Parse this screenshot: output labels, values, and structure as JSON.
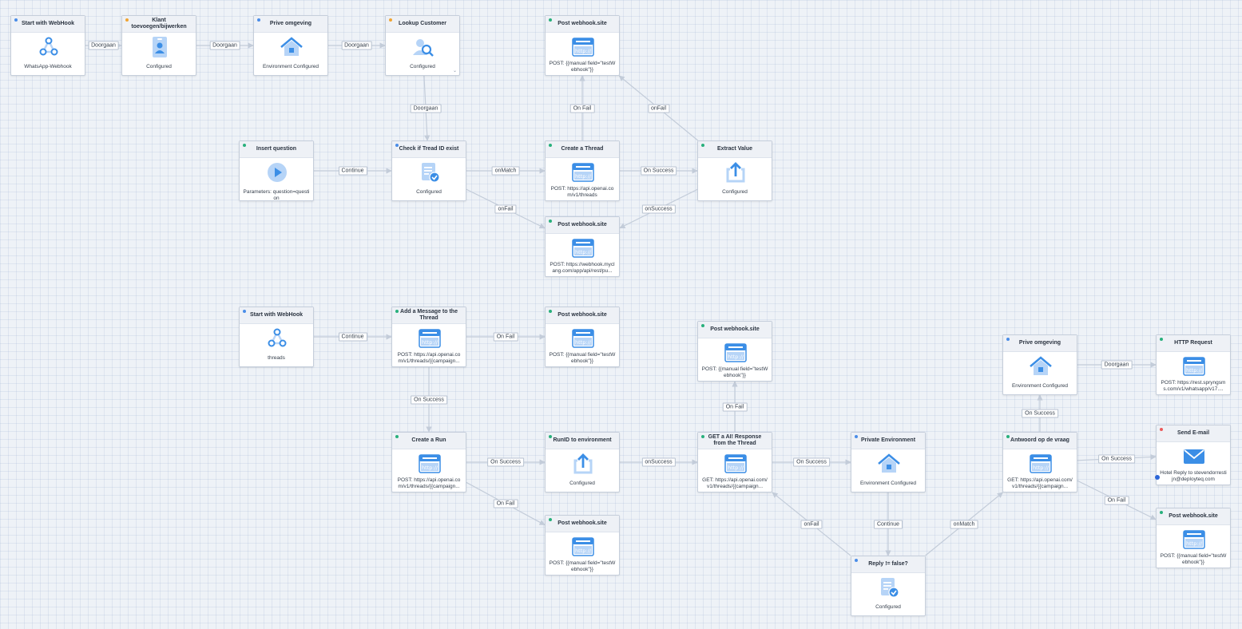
{
  "colors": {
    "dot_blue": "#4a8de8",
    "dot_green": "#28b07c",
    "dot_orange": "#f0a432",
    "dot_red": "#ec5a5a",
    "icon_blue": "#3b8ee6",
    "icon_light": "#b6d4f7",
    "edge": "#c3ccd9"
  },
  "nodes": [
    {
      "id": "n1",
      "title": "Start with WebHook",
      "subtitle": "WhatsApp-Webhook",
      "icon": "webhook-icon",
      "status": "blue"
    },
    {
      "id": "n2",
      "title": "Klant toevoegen/bijwerken",
      "subtitle": "Configured",
      "icon": "contact-card-icon",
      "status": "orange"
    },
    {
      "id": "n3",
      "title": "Prive omgeving",
      "subtitle": "Environment Configured",
      "icon": "home-icon",
      "status": "blue"
    },
    {
      "id": "n4",
      "title": "Lookup Customer",
      "subtitle": "Configured",
      "icon": "user-search-icon",
      "status": "orange"
    },
    {
      "id": "n5",
      "title": "Post webhook.site",
      "subtitle": "POST: {{manual field=\"testWebhook\"}}",
      "icon": "http-icon",
      "status": "green"
    },
    {
      "id": "n6",
      "title": "Insert question",
      "subtitle": "Parameters: question=question",
      "icon": "play-icon",
      "status": "green"
    },
    {
      "id": "n7",
      "title": "Check if Tread ID exist",
      "subtitle": "Configured",
      "icon": "checklist-icon",
      "status": "blue"
    },
    {
      "id": "n8",
      "title": "Create a Thread",
      "subtitle": "POST: https://api.openai.com/v1/threads",
      "icon": "http-icon",
      "status": "green"
    },
    {
      "id": "n9",
      "title": "Extract Value",
      "subtitle": "Configured",
      "icon": "extract-icon",
      "status": "green"
    },
    {
      "id": "n10",
      "title": "Post webhook.site",
      "subtitle": "POST: https://webhook.myclang.com/app/api/rest/pu...",
      "icon": "http-icon",
      "status": "green"
    },
    {
      "id": "n11",
      "title": "Start with WebHook",
      "subtitle": "threads",
      "icon": "webhook-icon",
      "status": "blue"
    },
    {
      "id": "n12",
      "title": "Add a Message to the Thread",
      "subtitle": "POST: https://api.openai.com/v1/threads/{{campaign...",
      "icon": "http-icon",
      "status": "green"
    },
    {
      "id": "n13",
      "title": "Post webhook.site",
      "subtitle": "POST: {{manual field=\"testWebhook\"}}",
      "icon": "http-icon",
      "status": "green"
    },
    {
      "id": "n14",
      "title": "Post webhook.site",
      "subtitle": "POST: {{manual field=\"testWebhook\"}}",
      "icon": "http-icon",
      "status": "green"
    },
    {
      "id": "n15",
      "title": "Prive omgeving",
      "subtitle": "Environment Configured",
      "icon": "home-icon",
      "status": "blue"
    },
    {
      "id": "n16",
      "title": "HTTP Request",
      "subtitle": "POST: https://rest.spryngsms.com/v1/whatsapp/v17....",
      "icon": "http-icon",
      "status": "green"
    },
    {
      "id": "n17",
      "title": "Create a Run",
      "subtitle": "POST: https://api.openai.com/v1/threads/{{campaign...",
      "icon": "http-icon",
      "status": "green"
    },
    {
      "id": "n18",
      "title": "RunID to environment",
      "subtitle": "Configured",
      "icon": "extract-icon",
      "status": "green"
    },
    {
      "id": "n19",
      "title": "GET a AI! Response from the Thread",
      "subtitle": "GET: https://api.openai.com/v1/threads/{{campaign...",
      "icon": "http-icon",
      "status": "green"
    },
    {
      "id": "n20",
      "title": "Private Environment",
      "subtitle": "Environment Configured",
      "icon": "home-icon",
      "status": "blue"
    },
    {
      "id": "n21",
      "title": "Antwoord op de vraag",
      "subtitle": "GET: https://api.openai.com/v1/threads/{{campaign...",
      "icon": "http-icon",
      "status": "green"
    },
    {
      "id": "n22",
      "title": "Send E-mail",
      "subtitle": "Hotel Reply to stevendorrestijn@deployteq.com",
      "icon": "email-icon",
      "status": "red"
    },
    {
      "id": "n23",
      "title": "Post webhook.site",
      "subtitle": "POST: {{manual field=\"testWebhook\"}}",
      "icon": "http-icon",
      "status": "green"
    },
    {
      "id": "n24",
      "title": "Post webhook.site",
      "subtitle": "POST: {{manual field=\"testWebhook\"}}",
      "icon": "http-icon",
      "status": "green"
    },
    {
      "id": "n25",
      "title": "Reply != false?",
      "subtitle": "Configured",
      "icon": "checklist-icon",
      "status": "blue"
    }
  ],
  "edges": [
    {
      "from": "n1",
      "to": "n2",
      "label": "Doorgaan"
    },
    {
      "from": "n2",
      "to": "n3",
      "label": "Doorgaan"
    },
    {
      "from": "n3",
      "to": "n4",
      "label": "Doorgaan"
    },
    {
      "from": "n4",
      "to": "n7",
      "label": "Doorgaan"
    },
    {
      "from": "n6",
      "to": "n7",
      "label": "Continue"
    },
    {
      "from": "n7",
      "to": "n8",
      "label": "onMatch"
    },
    {
      "from": "n7",
      "to": "n10",
      "label": "onFail"
    },
    {
      "from": "n8",
      "to": "n5",
      "label": "On Fail"
    },
    {
      "from": "n8",
      "to": "n9",
      "label": "On Success"
    },
    {
      "from": "n9",
      "to": "n5",
      "label": "onFail"
    },
    {
      "from": "n9",
      "to": "n10",
      "label": "onSuccess"
    },
    {
      "from": "n11",
      "to": "n12",
      "label": "Continue"
    },
    {
      "from": "n12",
      "to": "n13",
      "label": "On Fail"
    },
    {
      "from": "n12",
      "to": "n17",
      "label": "On Success"
    },
    {
      "from": "n17",
      "to": "n18",
      "label": "On Success"
    },
    {
      "from": "n17",
      "to": "n24",
      "label": "On Fail"
    },
    {
      "from": "n18",
      "to": "n19",
      "label": "onSuccess"
    },
    {
      "from": "n19",
      "to": "n14",
      "label": "On Fail"
    },
    {
      "from": "n19",
      "to": "n20",
      "label": "On Success"
    },
    {
      "from": "n20",
      "to": "n25",
      "label": "Continue"
    },
    {
      "from": "n25",
      "to": "n19",
      "label": "onFail"
    },
    {
      "from": "n25",
      "to": "n21",
      "label": "onMatch"
    },
    {
      "from": "n21",
      "to": "n15",
      "label": "On Success"
    },
    {
      "from": "n15",
      "to": "n16",
      "label": "Doorgaan"
    },
    {
      "from": "n21",
      "to": "n22",
      "label": "On Success"
    },
    {
      "from": "n21",
      "to": "n23",
      "label": "On Fail"
    }
  ]
}
